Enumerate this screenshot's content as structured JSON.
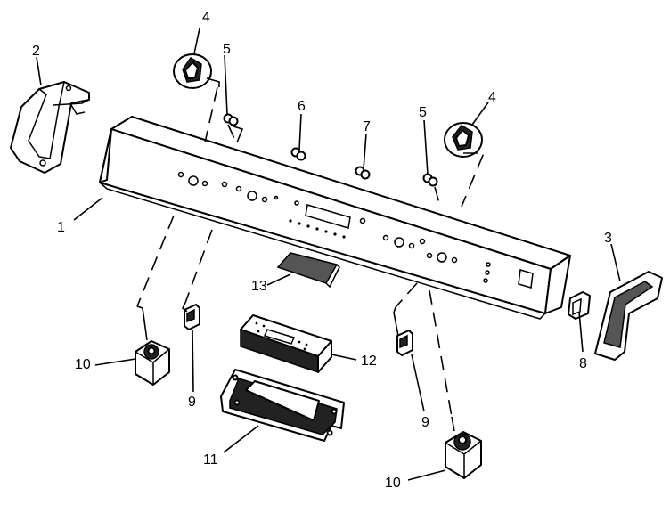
{
  "callouts": {
    "c1": "1",
    "c2": "2",
    "c3": "3",
    "c4a": "4",
    "c4b": "4",
    "c5a": "5",
    "c5b": "5",
    "c6": "6",
    "c7": "7",
    "c8": "8",
    "c9a": "9",
    "c9b": "9",
    "c10a": "10",
    "c10b": "10",
    "c11": "11",
    "c12": "12",
    "c13": "13"
  }
}
